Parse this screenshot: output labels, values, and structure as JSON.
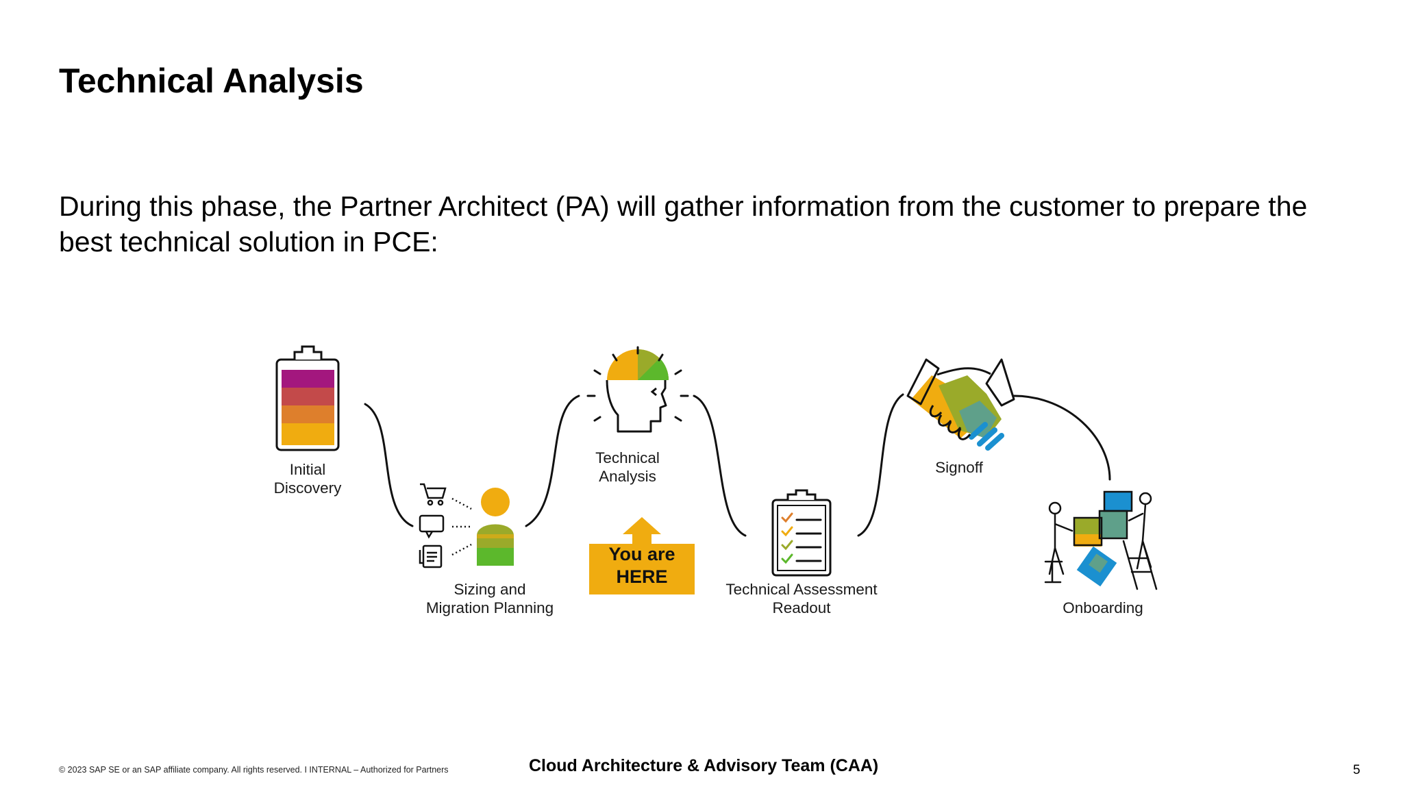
{
  "slide": {
    "title": "Technical Analysis",
    "intro": "During this phase, the Partner Architect (PA) will gather information from the customer to prepare the best technical solution in PCE:"
  },
  "diagram": {
    "stages": [
      {
        "label": "Initial\nDiscovery",
        "icon": "clipboard-battery-icon"
      },
      {
        "label": "Sizing and\nMigration Planning",
        "icon": "person-sizing-icon"
      },
      {
        "label": "Technical\nAnalysis",
        "icon": "head-idea-icon"
      },
      {
        "label": "Technical Assessment\nReadout",
        "icon": "checklist-clipboard-icon"
      },
      {
        "label": "Signoff",
        "icon": "handshake-icon"
      },
      {
        "label": "Onboarding",
        "icon": "puzzle-team-icon"
      }
    ],
    "marker": {
      "text": "You are\nHERE",
      "icon": "up-arrow-icon"
    },
    "colors": {
      "magenta": "#a3177e",
      "red": "#c34a4a",
      "orange": "#de7f2c",
      "yellow": "#f0ac10",
      "green": "#5cb82c",
      "olive": "#9aaa2a",
      "teal": "#5fa08a",
      "blue": "#1b90d0",
      "line": "#111111"
    }
  },
  "footer": {
    "copyright": "© 2023 SAP SE or an SAP affiliate company. All rights reserved.  I  INTERNAL – Authorized for Partners",
    "team": "Cloud Architecture & Advisory Team (CAA)",
    "page": "5"
  }
}
